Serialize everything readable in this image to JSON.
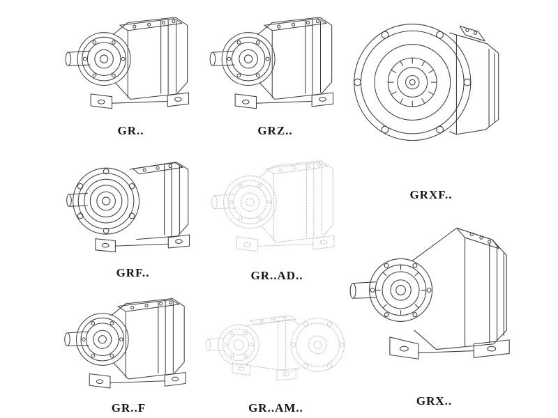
{
  "palette": {
    "background": "#ffffff",
    "line_color": "#3c3c3c",
    "faded_line_color": "#c6c6c6",
    "label_color": "#141414"
  },
  "items": [
    {
      "id": "gr",
      "label": "GR.."
    },
    {
      "id": "grz",
      "label": "GRZ.."
    },
    {
      "id": "grxf",
      "label": "GRXF.."
    },
    {
      "id": "grf",
      "label": "GRF.."
    },
    {
      "id": "grad",
      "label": "GR..AD.."
    },
    {
      "id": "grx",
      "label": "GRX.."
    },
    {
      "id": "grff",
      "label": "GR..F"
    },
    {
      "id": "gram",
      "label": "GR..AM.."
    }
  ]
}
